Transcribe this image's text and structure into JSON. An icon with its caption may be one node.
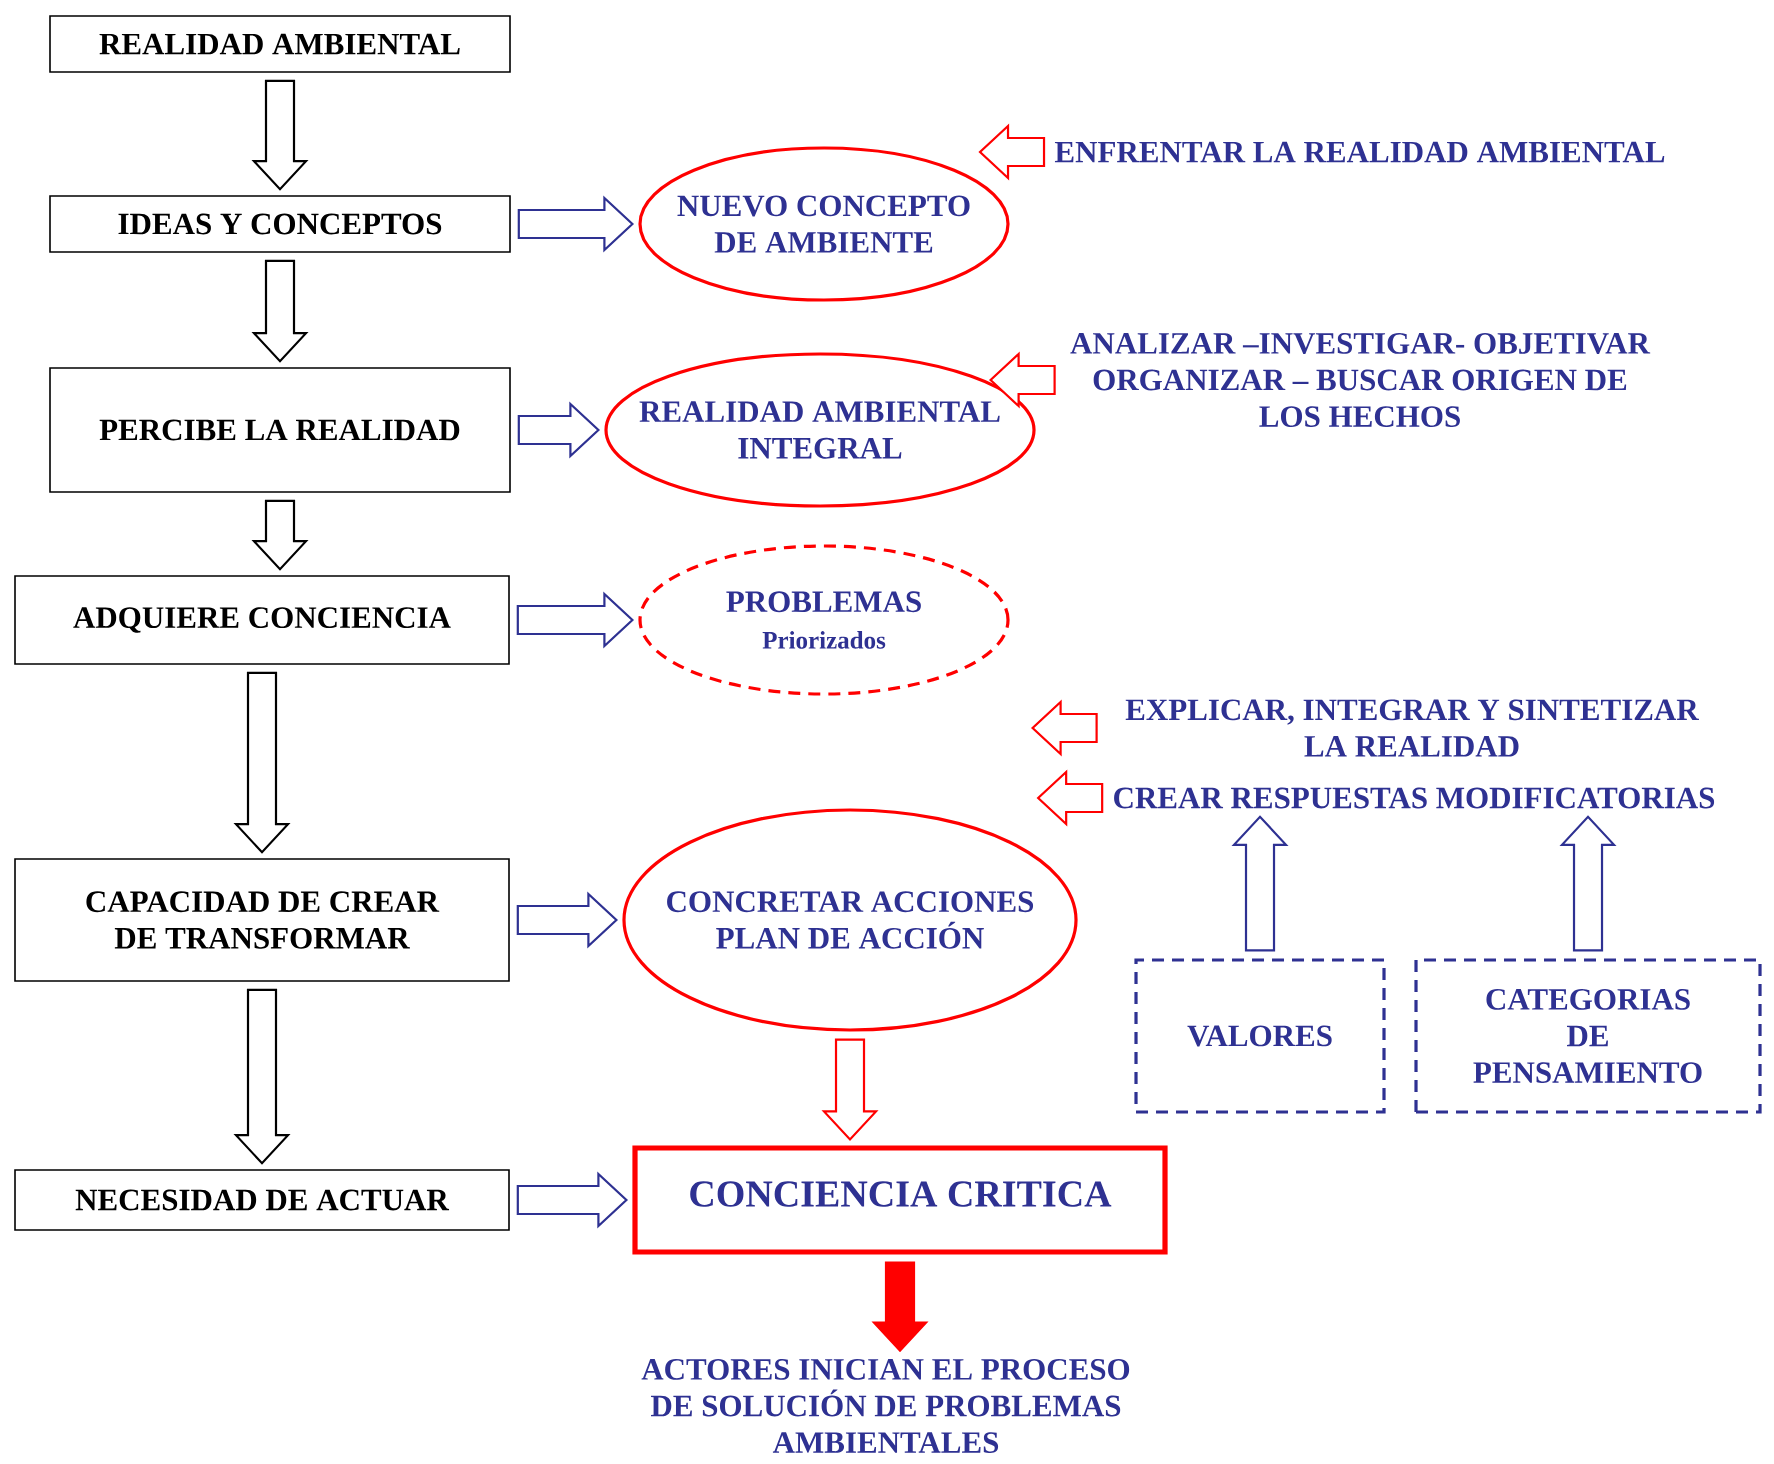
{
  "diagram": {
    "nodes": [
      {
        "text": [
          "REALIDAD AMBIENTAL"
        ]
      },
      {
        "text": [
          "IDEAS Y CONCEPTOS"
        ]
      },
      {
        "text": [
          "PERCIBE LA REALIDAD"
        ]
      },
      {
        "text": [
          "ADQUIERE  CONCIENCIA"
        ]
      },
      {
        "text": [
          "CAPACIDAD DE CREAR DE TRANSFORMAR"
        ]
      },
      {
        "text": [
          "NECESIDAD DE ACTUAR"
        ]
      },
      {
        "text": [
          "NUEVO CONCEPTO DE AMBIENTE"
        ]
      },
      {
        "text": [
          "REALIDAD AMBIENTAL INTEGRAL"
        ]
      },
      {
        "text": [
          "PROBLEMAS",
          "Priorizados"
        ]
      },
      {
        "text": [
          "CONCRETAR  ACCIONES PLAN DE ACCIÓN"
        ]
      },
      {
        "text": [
          "CONCIENCIA CRITICA"
        ]
      },
      {
        "text": [
          "VALORES"
        ]
      },
      {
        "text": [
          "CATEGORIAS DE PENSAMIENTO"
        ]
      },
      {
        "text": [
          "ENFRENTAR  LA  REALIDAD AMBIENTAL"
        ]
      },
      {
        "text": [
          "ANALIZAR –INVESTIGAR- OBJETIVAR ORGANIZAR – BUSCAR ORIGEN DE LOS HECHOS"
        ]
      },
      {
        "text": [
          "EXPLICAR, INTEGRAR Y SINTETIZAR LA REALIDAD"
        ]
      },
      {
        "text": [
          "CREAR RESPUESTAS MODIFICATORIAS"
        ]
      },
      {
        "text": [
          "ACTORES INICIAN EL PROCESO DE SOLUCIÓN DE PROBLEMAS AMBIENTALES"
        ]
      }
    ],
    "edges": [
      {
        "from": 0,
        "to": 1,
        "arrow": "to",
        "color": "#000000"
      },
      {
        "from": 1,
        "to": 2,
        "arrow": "to",
        "color": "#000000"
      },
      {
        "from": 2,
        "to": 3,
        "arrow": "to",
        "color": "#000000"
      },
      {
        "from": 3,
        "to": 4,
        "arrow": "to",
        "color": "#000000"
      },
      {
        "from": 4,
        "to": 5,
        "arrow": "to",
        "color": "#000000"
      },
      {
        "from": 1,
        "to": 6,
        "arrow": "to"
      },
      {
        "from": 2,
        "to": 7,
        "arrow": "to"
      },
      {
        "from": 3,
        "to": 8,
        "arrow": "to"
      },
      {
        "from": 4,
        "to": 9,
        "arrow": "to"
      },
      {
        "from": 5,
        "to": 10,
        "arrow": "to"
      },
      {
        "from": 9,
        "to": 10,
        "arrow": "to",
        "color": "#ff0000"
      },
      {
        "from": 10,
        "to": 17,
        "arrow": "to",
        "color": "#ff0000",
        "style": "thick"
      },
      {
        "from": 11,
        "to": 16,
        "arrow": "to"
      },
      {
        "from": 12,
        "to": 16,
        "arrow": "to"
      },
      {
        "from": 13,
        "to": null,
        "arrow": "to",
        "color": "#ff0000"
      },
      {
        "from": 14,
        "to": null,
        "arrow": "to",
        "color": "#ff0000"
      },
      {
        "from": 15,
        "to": null,
        "arrow": "to",
        "color": "#ff0000"
      },
      {
        "from": 16,
        "to": null,
        "arrow": "to",
        "color": "#ff0000"
      }
    ]
  }
}
